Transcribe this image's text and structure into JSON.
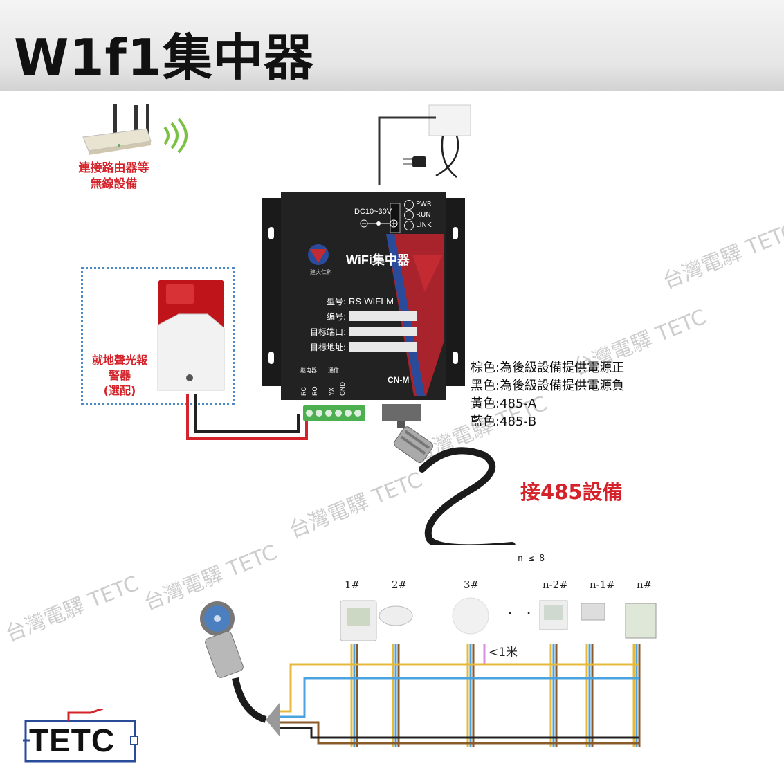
{
  "header": {
    "title": "W1f1集中器"
  },
  "router": {
    "label_line1": "連接路由器等",
    "label_line2": "無線設備"
  },
  "alarm": {
    "label_line1": "就地聲光報",
    "label_line2": "警器",
    "label_line3": "(選配)"
  },
  "device": {
    "power_label": "DC10~30V",
    "leds": [
      "PWR",
      "RUN",
      "LINK"
    ],
    "brand_title": "WiFi集中器",
    "brand_sub": "建大仁科",
    "specs": [
      {
        "label": "型号:",
        "value": "RS-WIFI-M"
      },
      {
        "label": "编号:",
        "value": ""
      },
      {
        "label": "目标端口:",
        "value": ""
      },
      {
        "label": "目标地址:",
        "value": ""
      }
    ],
    "relay_label": "继电器",
    "comm_label": "通信",
    "terminals": [
      "RC",
      "RO",
      "YX",
      "GND"
    ],
    "port_label": "CN-M"
  },
  "wire_legend": [
    "棕色:為後級設備提供電源正",
    "黑色:為後級設備提供電源負",
    "黃色:485-A",
    "藍色:485-B"
  ],
  "connect_label": "接485設備",
  "bus": {
    "limit_label": "n ≤ 8",
    "device_labels": [
      "1#",
      "2#",
      "3#",
      "n-2#",
      "n-1#",
      "n#"
    ],
    "ellipsis": "· · ·",
    "distance_label": "<1米"
  },
  "watermark": "台灣電驛  TETC",
  "logo": {
    "text": "TETC"
  },
  "colors": {
    "red": "#d4232a",
    "blue": "#4a8ac7",
    "wire_yellow": "#e6b83c",
    "wire_blue": "#4aa3df",
    "wire_brown": "#8a5a2b"
  }
}
